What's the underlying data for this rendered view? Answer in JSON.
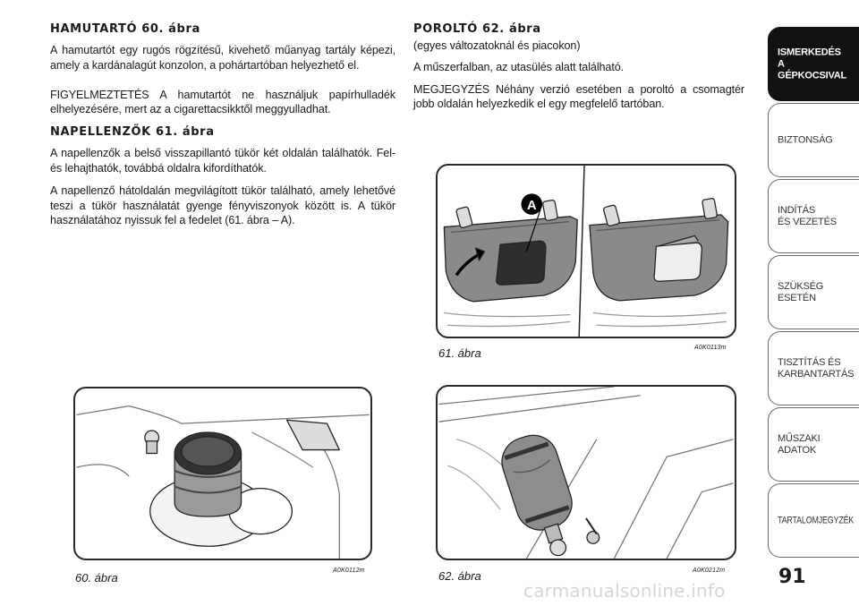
{
  "left_column": {
    "heading_1": "HAMUTARTÓ 60. ábra",
    "para_1": "A hamutartót egy rugós rögzítésű, kivehető műanyag tartály képezi, amely a kardánalagút konzolon, a pohártartóban helyezhető el.",
    "para_2": "FIGYELMEZTETÉS A hamutartót ne használjuk papírhulladék elhelyezésére, mert az a cigarettacsikktől meggyulladhat.",
    "heading_2": "NAPELLENZŐK 61. ábra",
    "para_3": "A napellenzők a belső visszapillantó tükör két oldalán találhatók. Fel- és lehajthatók, továbbá oldalra kifordíthatók.",
    "para_4": "A napellenző hátoldalán megvilágított tükör található, amely lehetővé teszi a tükör használatát gyenge fényviszonyok között is. A tükör használatához nyissuk fel a fedelet (61. ábra – A)."
  },
  "middle_column": {
    "heading": "POROLTÓ 62. ábra",
    "subhead": "(egyes változatoknál és piacokon)",
    "para_1": "A műszerfalban, az utasülés alatt található.",
    "para_2": "MEGJEGYZÉS Néhány verzió esetében a poroltó a csomagtér jobb oldalán helyezkedik el egy megfelelő tartóban."
  },
  "figures": {
    "fig_61": {
      "caption": "61. ábra",
      "code": "A0K0113m",
      "callout": "A"
    },
    "fig_62": {
      "caption": "62. ábra",
      "code": "A0K0212m"
    },
    "fig_60": {
      "caption": "60. ábra",
      "code": "A0K0112m"
    }
  },
  "sidebar": {
    "active_index": 0,
    "tabs": [
      "ISMERKEDÉS\nA GÉPKOCSIVAL",
      "BIZTONSÁG",
      "INDÍTÁS\nÉS VEZETÉS",
      "SZÜKSÉG\nESETÉN",
      "TISZTÍTÁS ÉS\nKARBANTARTÁS",
      "MŰSZAKI\nADATOK",
      "TARTALOMJEGYZÉK"
    ]
  },
  "page_number": "91",
  "watermark": "carmanualsonline.info",
  "colors": {
    "active_tab": "#111111",
    "text": "#1a1a1a",
    "watermark": "#d6d6d6"
  }
}
